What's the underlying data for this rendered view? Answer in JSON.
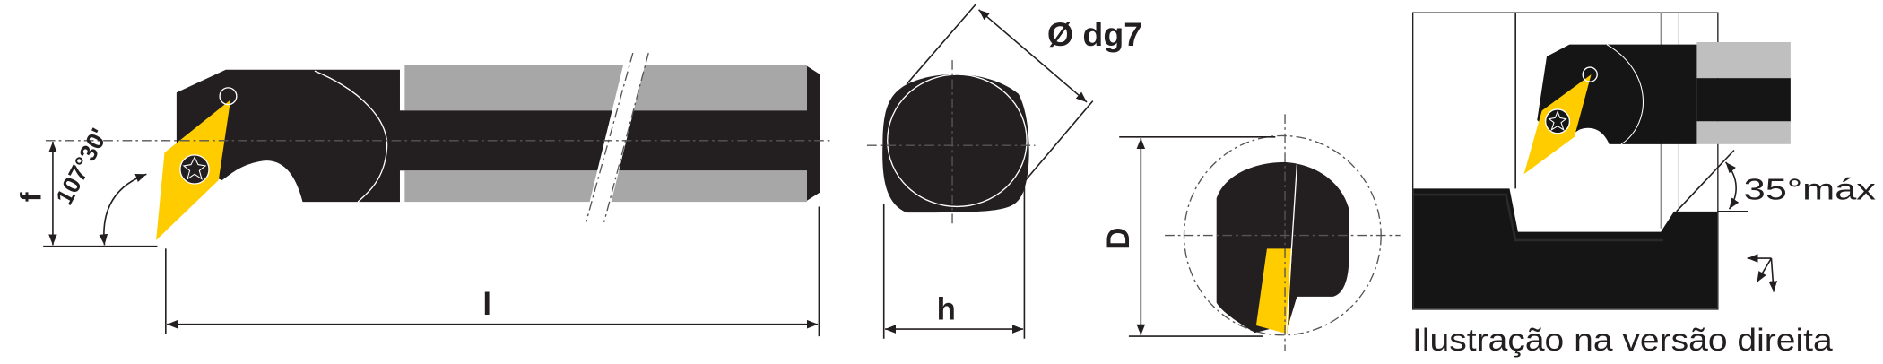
{
  "labels": {
    "f": "f",
    "angle": "107°30'",
    "l": "l",
    "diameter": "Ø dg7",
    "h": "h",
    "D": "D",
    "max_angle": "35°máx",
    "caption": "Ilustração na versão direita"
  },
  "colors": {
    "body": "#231f20",
    "shank_gray": "#a7a7a7",
    "insert_yellow": "#ffcc00",
    "light_gray": "#bfbfbf"
  }
}
